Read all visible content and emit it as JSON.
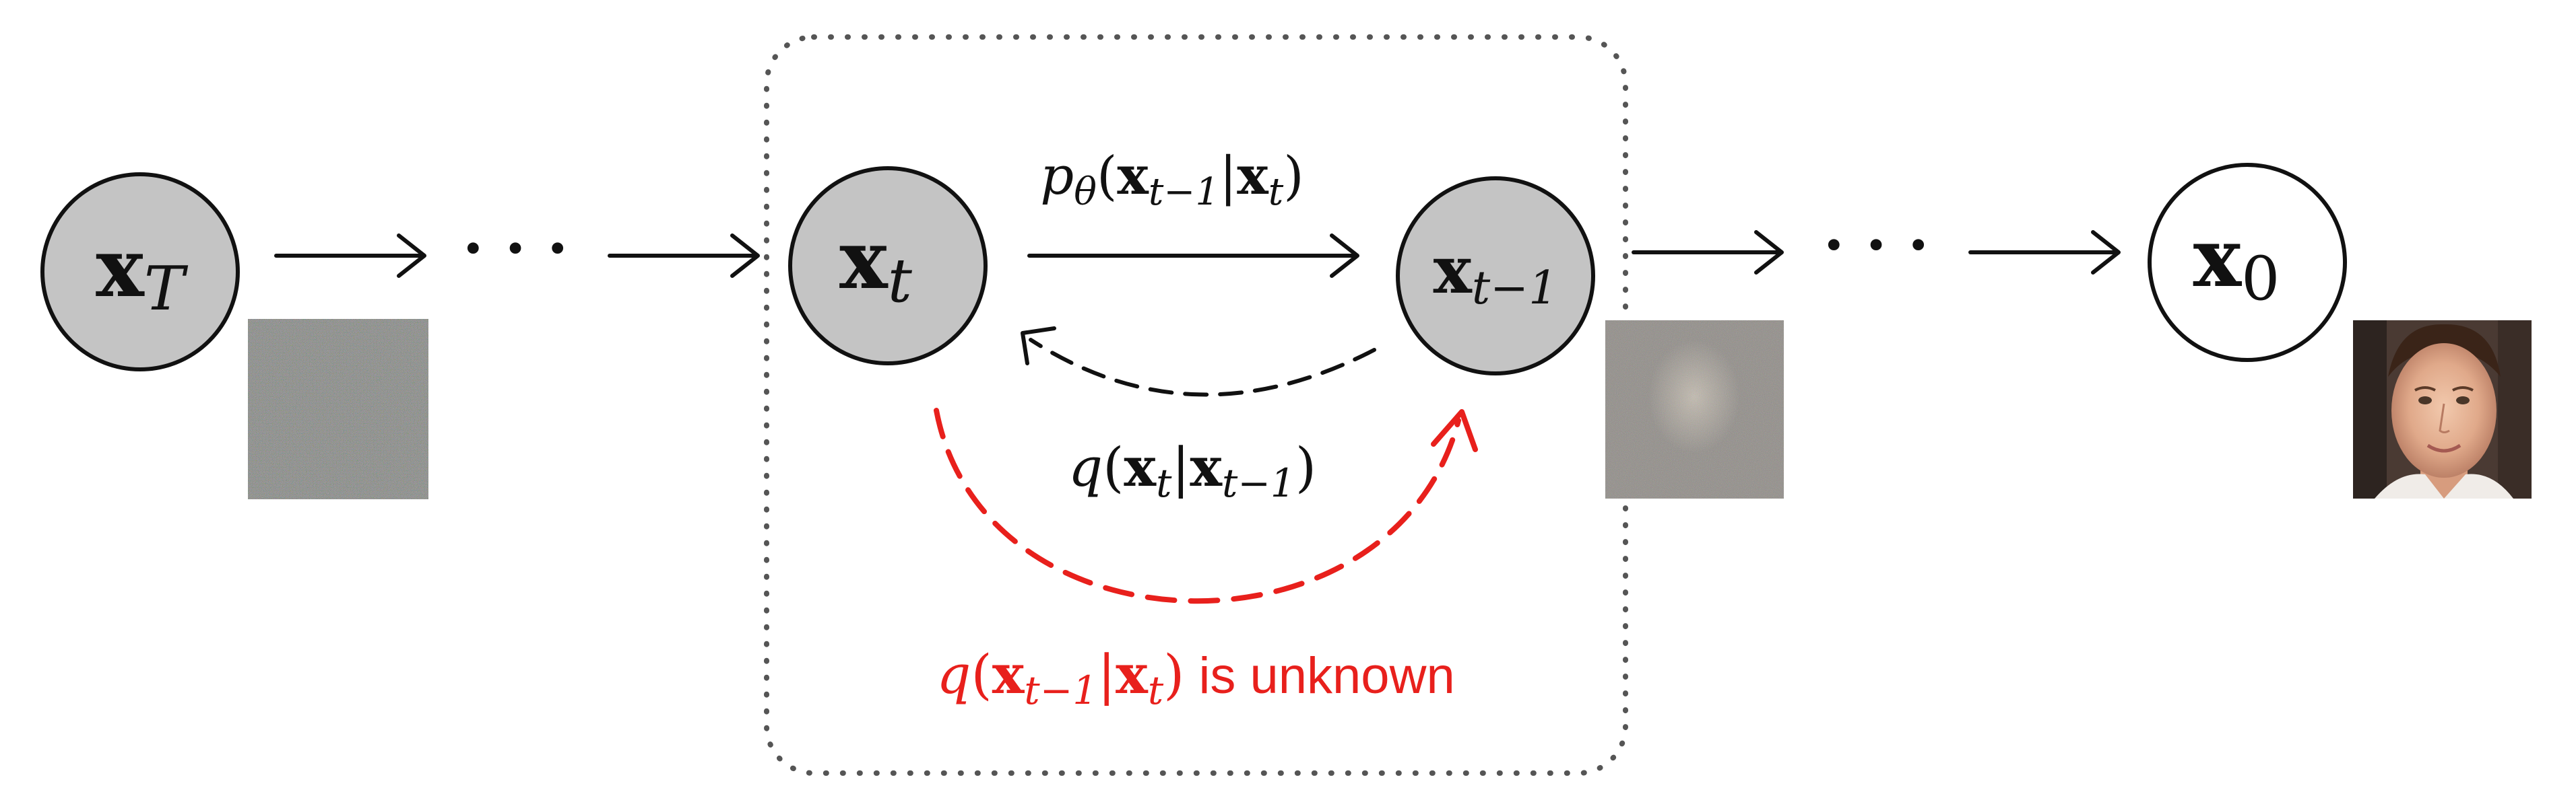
{
  "nodes": {
    "xT": {
      "base": "x",
      "sub": "T",
      "filled": true
    },
    "xt": {
      "base": "x",
      "sub": "t",
      "filled": true
    },
    "xt1": {
      "base": "x",
      "sub": "t−1",
      "filled": true
    },
    "x0": {
      "base": "x",
      "sub": "0",
      "filled": false
    }
  },
  "ellipsis": "· · ·",
  "labels": {
    "p_theta": {
      "p": "p",
      "theta": "θ",
      "open": "(",
      "x1": "x",
      "s1": "t−1",
      "bar": "|",
      "x2": "x",
      "s2": "t",
      "close": ")"
    },
    "q_forward": {
      "q": "q",
      "open": "(",
      "x1": "x",
      "s1": "t",
      "bar": "|",
      "x2": "x",
      "s2": "t−1",
      "close": ")"
    },
    "q_unknown": {
      "q": "q",
      "open": "(",
      "x1": "x",
      "s1": "t−1",
      "bar": "|",
      "x2": "x",
      "s2": "t",
      "close": ")",
      "suffix": " is unknown"
    }
  },
  "images": {
    "noise_full": "pure-noise-image",
    "noise_face": "noisy-face-image",
    "clean_face": "face-photo"
  },
  "colors": {
    "node_fill": "#c4c4c4",
    "stroke": "#111111",
    "unknown": "#e8201c",
    "box_border": "#555555"
  }
}
